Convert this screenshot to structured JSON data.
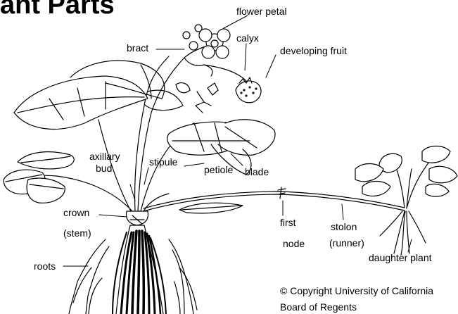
{
  "title": "ant Parts",
  "labels": {
    "flower_petal": "flower petal",
    "calyx": "calyx",
    "developing_fruit": "developing fruit",
    "bract": "bract",
    "axillary": "axillary",
    "bud": "bud",
    "stipule": "stipule",
    "petiole": "petiole",
    "blade": "blade",
    "crown": "crown",
    "stem": "(stem)",
    "first": "first",
    "node": "node",
    "stolon": "stolon",
    "runner": "(runner)",
    "daughter_plant": "daughter plant",
    "roots": "roots"
  },
  "copyright": {
    "line1": "© Copyright University of California",
    "line2": "Board of Regents"
  },
  "colors": {
    "ink": "#000000",
    "background": "#ffffff"
  }
}
